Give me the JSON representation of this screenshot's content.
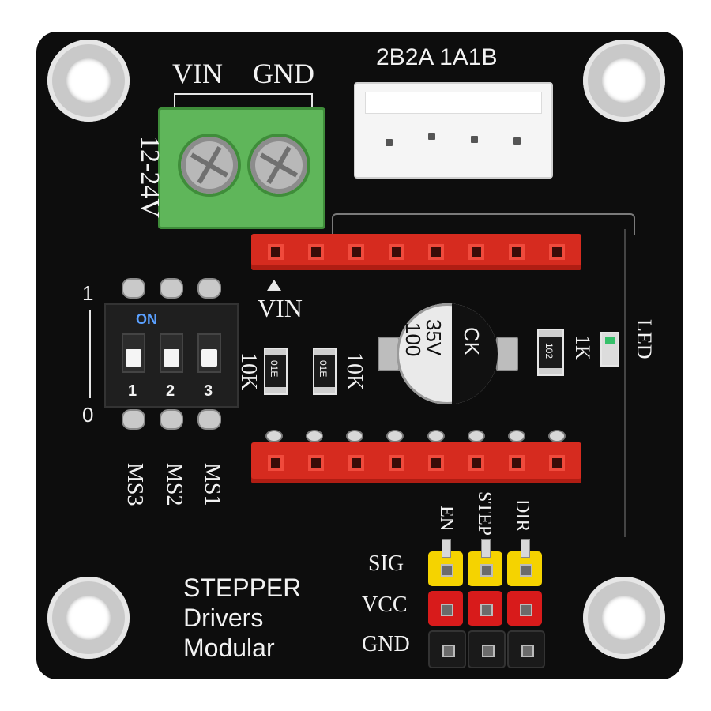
{
  "board": {
    "power": {
      "vin_label": "VIN",
      "gnd_label": "GND",
      "voltage_label": "12-24V"
    },
    "motor_connector": {
      "label": "2B2A 1A1B"
    },
    "upper_header": {
      "vin_label": "VIN"
    },
    "dip_switch": {
      "on_label": "ON",
      "scale_high": "1",
      "scale_low": "0",
      "switch_numbers": [
        "1",
        "2",
        "3"
      ],
      "ms_labels": [
        "MS3",
        "MS2",
        "MS1"
      ]
    },
    "resistors": {
      "left_value": "10K",
      "left_code": "01E",
      "mid_value": "10K",
      "mid_code": "01E",
      "right_value": "1K",
      "right_code": "102"
    },
    "capacitor": {
      "line1": "35V",
      "line2": "100",
      "line3": "CK"
    },
    "led": {
      "label": "LED"
    },
    "signal_header": {
      "column_labels": [
        "EN",
        "STEP",
        "DIR"
      ],
      "row_labels": [
        "SIG",
        "VCC",
        "GND"
      ],
      "row_colors": [
        "#f5d300",
        "#d81b1b",
        "#1a1a1a"
      ]
    },
    "title": {
      "line1": "STEPPER",
      "line2": "Drivers",
      "line3": "Modular"
    },
    "colors": {
      "pcb": "#0d0d0d",
      "header_red": "#d62b1f",
      "terminal_green": "#5fb65a",
      "silkscreen": "#f2f2f2"
    }
  }
}
